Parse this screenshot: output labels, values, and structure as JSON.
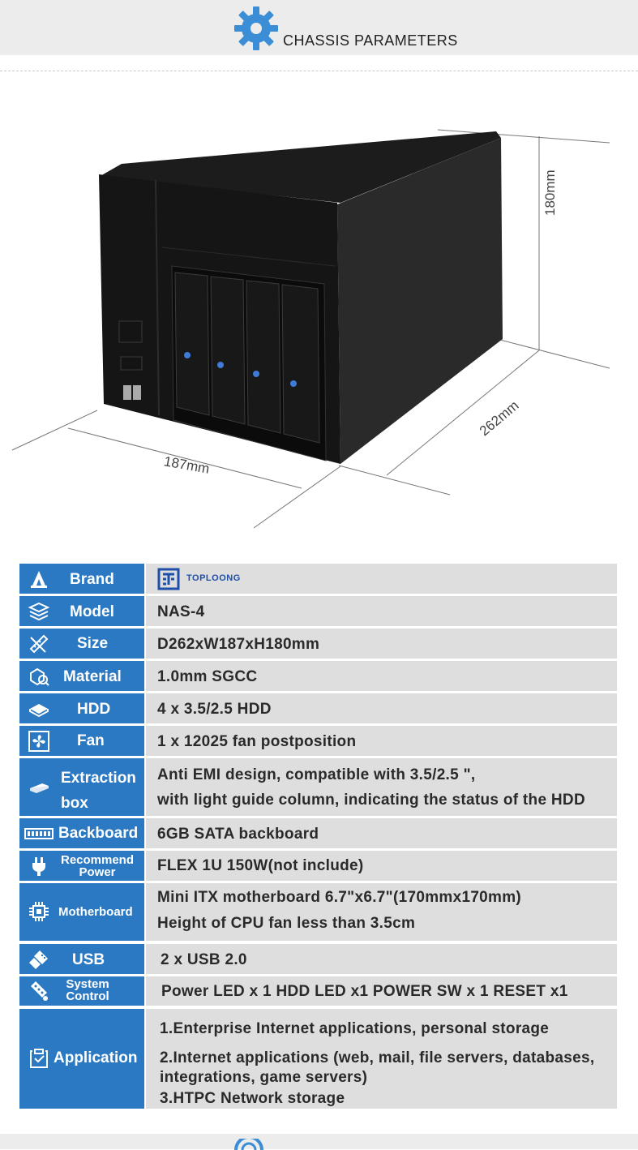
{
  "header": {
    "title": "CHASSIS  PARAMETERS",
    "icon": "gear-icon",
    "accent_color": "#3b8dd6"
  },
  "product_image": {
    "dimension_height": "180mm",
    "dimension_depth": "262mm",
    "dimension_width": "187mm",
    "bay_count": 4
  },
  "specs": [
    {
      "label": "Brand",
      "icon": "brand-icon",
      "value": "",
      "brand_name": "TOPLOONG"
    },
    {
      "label": "Model",
      "icon": "layers-icon",
      "value": "NAS-4"
    },
    {
      "label": "Size",
      "icon": "ruler-icon",
      "value": "D262xW187xH180mm"
    },
    {
      "label": "Material",
      "icon": "material-icon",
      "value": "1.0mm SGCC"
    },
    {
      "label": "HDD",
      "icon": "hdd-icon",
      "value": "4 x 3.5/2.5 HDD"
    },
    {
      "label": "Fan",
      "icon": "fan-icon",
      "value": "1 x 12025 fan postposition"
    },
    {
      "label_line1": "Extraction",
      "label_line2": "box",
      "icon": "drive-icon",
      "value_line1": "Anti EMI design, compatible with 3.5/2.5 \",",
      "value_line2": "with light guide column, indicating the status of the HDD"
    },
    {
      "label": "Backboard",
      "icon": "board-icon",
      "value": "6GB SATA backboard"
    },
    {
      "label_line1": "Recommend",
      "label_line2": "Power",
      "icon": "plug-icon",
      "value": "FLEX 1U 150W(not include)"
    },
    {
      "label": "Motherboard",
      "icon": "chip-icon",
      "value_line1": "Mini ITX motherboard 6.7\"x6.7\"(170mmx170mm)",
      "value_line2": "Height of CPU fan less than 3.5cm"
    },
    {
      "label": "USB",
      "icon": "usb-icon",
      "value": "2 x USB 2.0"
    },
    {
      "label_line1": "System",
      "label_line2": "Control",
      "icon": "remote-icon",
      "value": "Power LED x 1 HDD LED x1 POWER SW x 1 RESET x1"
    },
    {
      "label": "Application",
      "icon": "app-icon",
      "value_line1": "1.Enterprise Internet applications, personal storage",
      "value_line2": "2.Internet applications (web, mail, file servers, databases,",
      "value_line3": "integrations, game servers)",
      "value_line4": "3.HTPC Network storage"
    }
  ],
  "colors": {
    "label_bg": "#2b79c2",
    "value_bg": "#dedede",
    "header_bg": "#ececec"
  }
}
